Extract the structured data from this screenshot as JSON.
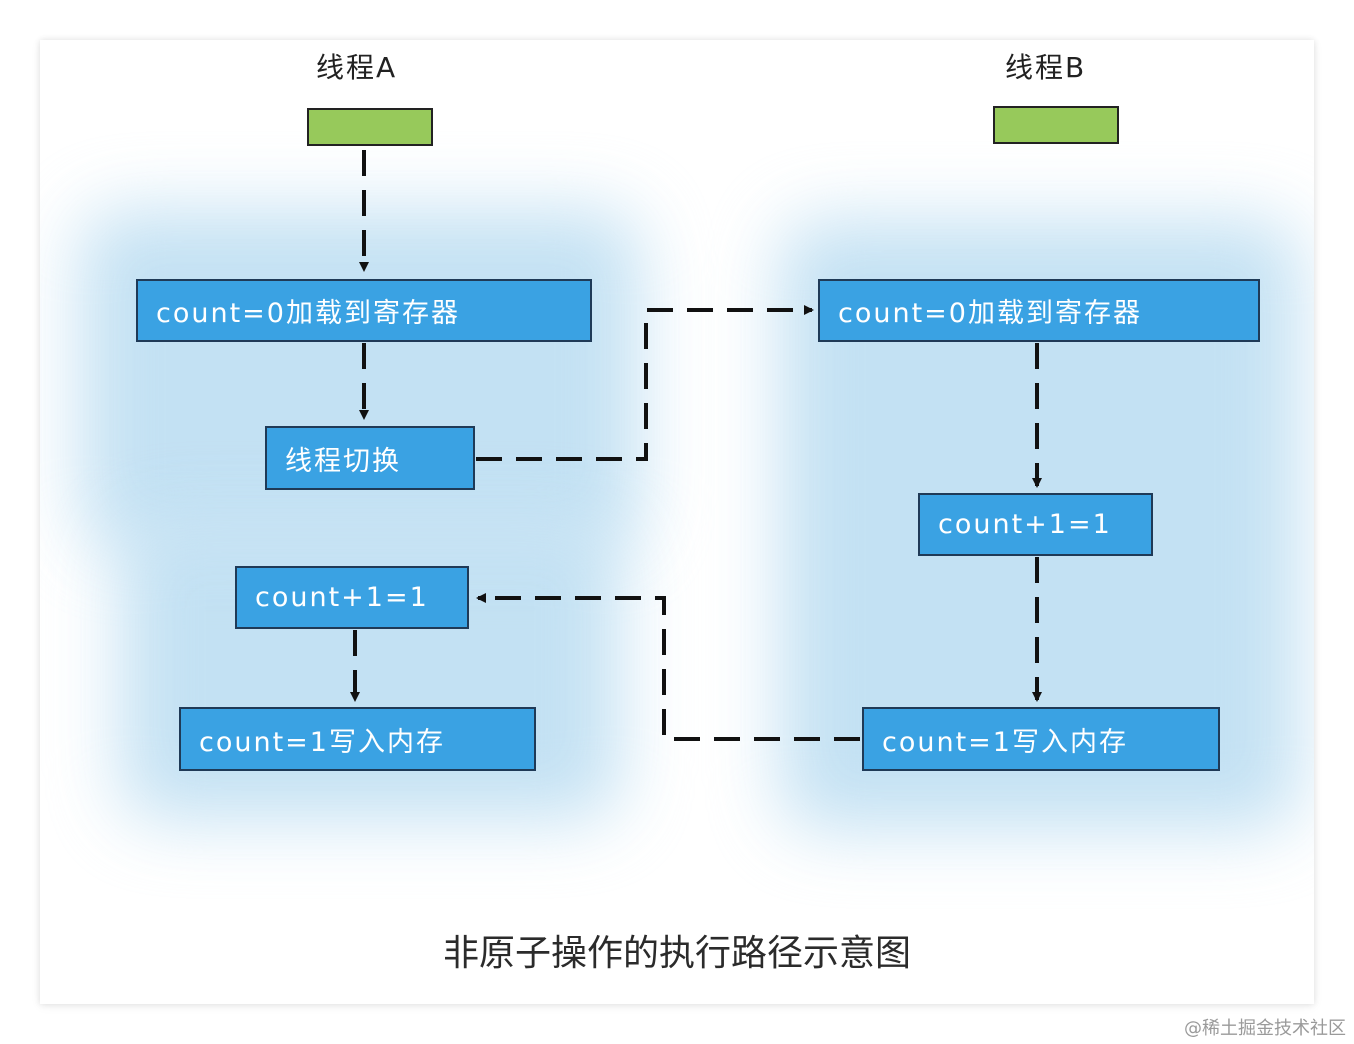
{
  "diagram": {
    "thread_a_label": "线程A",
    "thread_b_label": "线程B",
    "thread_a": {
      "step1": "count=0加载到寄存器",
      "step2": "线程切换",
      "step3": "count+1=1",
      "step4": "count=1写入内存"
    },
    "thread_b": {
      "step1": "count=0加载到寄存器",
      "step2": "count+1=1",
      "step3": "count=1写入内存"
    },
    "caption": "非原子操作的执行路径示意图"
  },
  "watermark": "@稀土掘金技术社区",
  "colors": {
    "node_fill": "#3aa2e3",
    "node_border": "#1f3a57",
    "thread_bar_fill": "#97c95b",
    "glow": "#b9dcf1",
    "connector": "#111111"
  }
}
